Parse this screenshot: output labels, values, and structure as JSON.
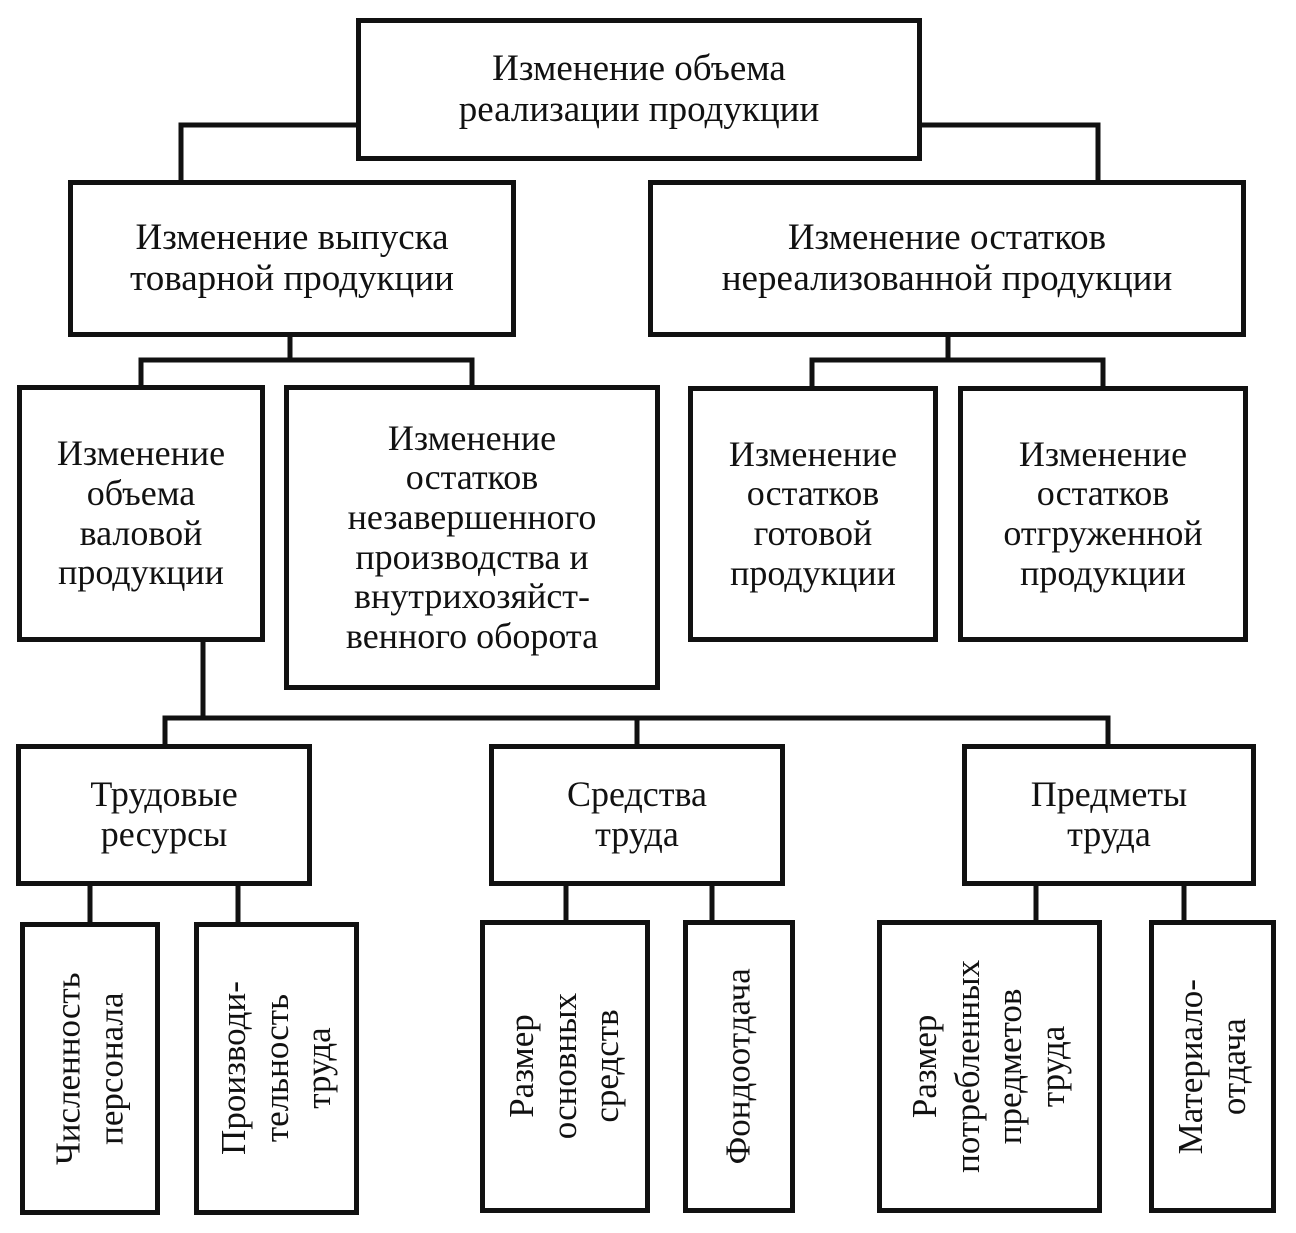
{
  "root": {
    "label": "Изменение объема\nреализации продукции"
  },
  "level1": {
    "output": "Изменение выпуска\nтоварной продукции",
    "unsold": "Изменение остатков\nнереализованной продукции"
  },
  "level2": {
    "gross": "Изменение\nобъема\nваловой\nпродукции",
    "wip": "Изменение\nостатков\nнезавершенного\nпроизводства и\nвнутрихозяйст-\nвенного оборота",
    "finished": "Изменение\nостатков\nготовой\nпродукции",
    "shipped": "Изменение\nостатков\nотгруженной\nпродукции"
  },
  "level3": {
    "labor": "Трудовые\nресурсы",
    "means": "Средства\nтруда",
    "objects": "Предметы\nтруда"
  },
  "level4": {
    "headcount": "Численность\nперсонала",
    "productivity": "Производи-\nтельность\nтруда",
    "fixed_assets": "Размер\nосновных\nсредств",
    "capital_productivity": "Фондоотдача",
    "consumed_objects": "Размер\nпотребленных\nпредметов\nтруда",
    "material_productivity": "Материало-\nотдача"
  }
}
